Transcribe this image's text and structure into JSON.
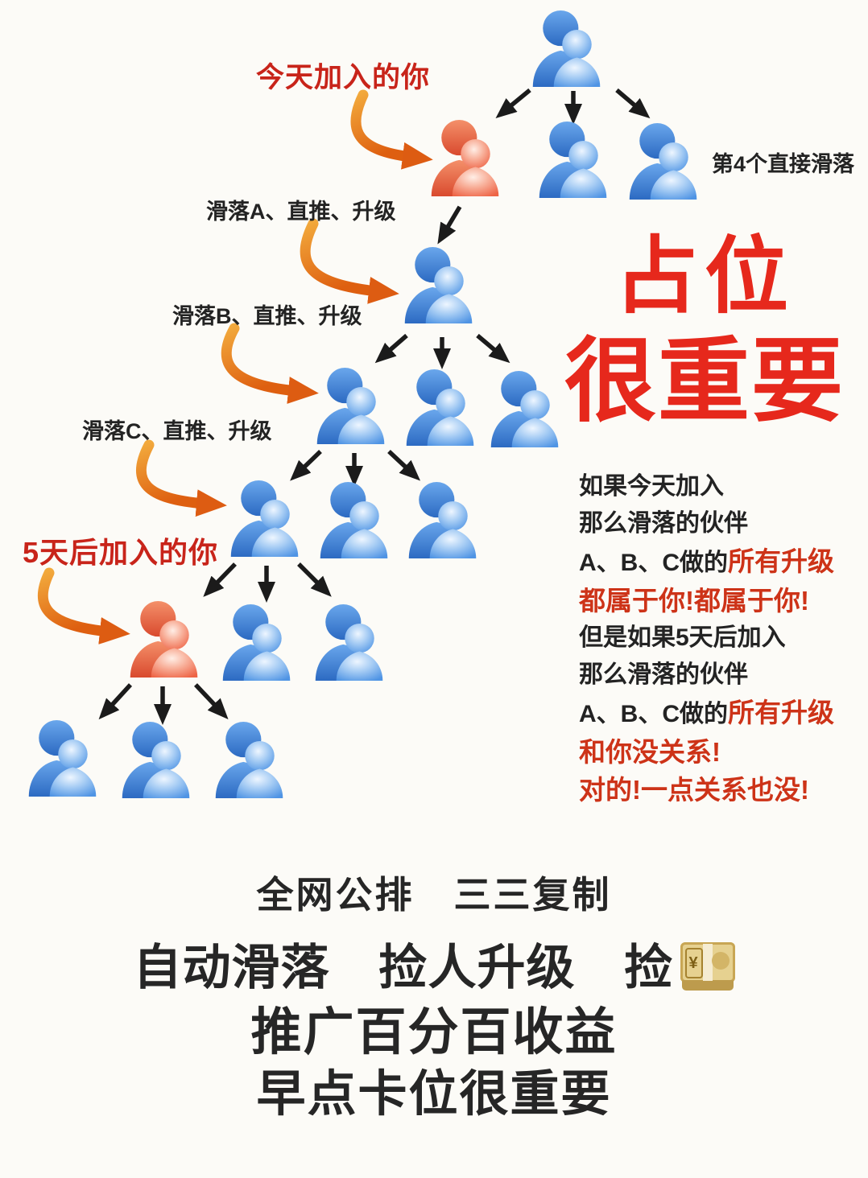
{
  "labels": {
    "join_today": "今天加入的你",
    "fourth_direct": "第4个直接滑落",
    "slide_a": "滑落A、直推、升级",
    "slide_b": "滑落B、直推、升级",
    "slide_c": "滑落C、直推、升级",
    "join_5days": "5天后加入的你"
  },
  "headline": {
    "line1": "占位",
    "line2": "很重要"
  },
  "explanation": {
    "t1": "如果今天加入",
    "t2": "那么滑落的伙伴",
    "t3_black": "A、B、C做的",
    "t3_red": "所有升级",
    "t4": "都属于你!都属于你!",
    "l1": "但是如果5天后加入",
    "l2": "那么滑落的伙伴",
    "l3_black": "A、B、C做的",
    "l3_red": "所有升级",
    "l4": "和你没关系!",
    "l5": "对的!一点关系也没!"
  },
  "footer": {
    "line1": "全网公排　三三复制",
    "line2": "自动滑落　捡人升级　捡",
    "yen": "¥",
    "line3": "推广百分百收益",
    "line4": "早点卡位很重要"
  },
  "colors": {
    "background": "#fcfbf7",
    "headline_red": "#e6281c",
    "label_red": "#c8241a",
    "paragraph_red": "#cd3318",
    "text_black": "#232323",
    "arrow_black": "#1b1b1b",
    "arrow_orange": "#e8761b",
    "person_blue": "#3f86dd",
    "person_orange": "#ee5e43",
    "banknote_tan": "#e6d190"
  }
}
